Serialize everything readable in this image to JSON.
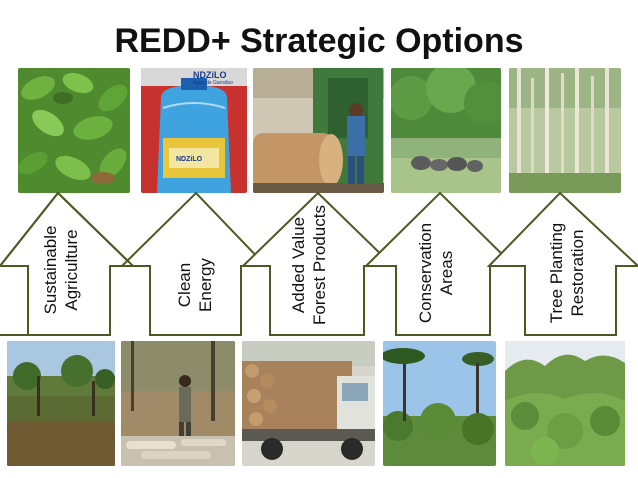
{
  "title": "REDD+ Strategic Options",
  "top_photos": [
    {
      "description": "bean crop"
    },
    {
      "description": "water bottle",
      "brand_text": "NDZiLO",
      "sub_text": "Agua de Garrafao",
      "bottle_label": "NDZiLO"
    },
    {
      "description": "sawmill"
    },
    {
      "description": "elephants in forest"
    },
    {
      "description": "tree plantation"
    }
  ],
  "arrows": [
    {
      "line1": "Sustainable",
      "line2": "Agriculture"
    },
    {
      "line1": "Clean",
      "line2": "Energy"
    },
    {
      "line1": "Added Value",
      "line2": "Forest Products"
    },
    {
      "line1": "Conservation",
      "line2": "Areas"
    },
    {
      "line1": "Tree Planting",
      "line2": "Restoration"
    }
  ],
  "colors": {
    "arrow_stroke": "#4a5a22",
    "arrow_fill": "#ffffff",
    "title": "#111111"
  }
}
